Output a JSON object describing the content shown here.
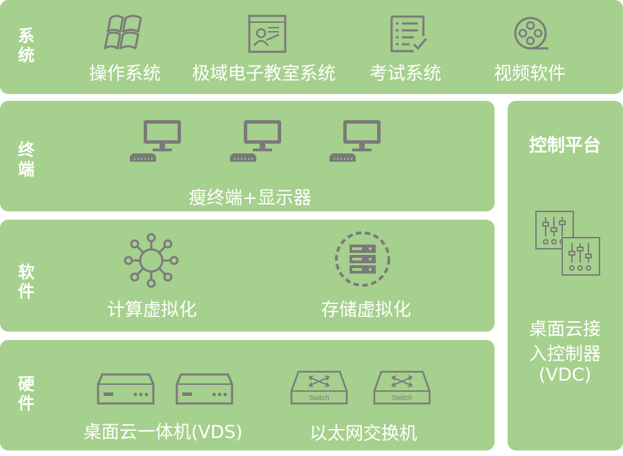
{
  "rows": {
    "system": {
      "label": "系统",
      "items": [
        {
          "label": "操作系统",
          "icon": "windows-logo-icon"
        },
        {
          "label": "极域电子教室系统",
          "icon": "presentation-board-icon"
        },
        {
          "label": "考试系统",
          "icon": "checklist-document-icon"
        },
        {
          "label": "视频软件",
          "icon": "film-reel-icon"
        }
      ]
    },
    "terminal": {
      "label": "终端",
      "caption": "瘦终端+显示器",
      "device_count": 3
    },
    "software": {
      "label": "软件",
      "items": [
        {
          "label": "计算虚拟化",
          "icon": "network-hub-icon"
        },
        {
          "label": "存储虚拟化",
          "icon": "storage-server-icon"
        }
      ]
    },
    "hardware": {
      "label": "硬件",
      "groups": [
        {
          "label": "桌面云一体机(VDS)",
          "icon": "server-box-icon"
        },
        {
          "label": "以太网交换机",
          "icon": "network-switch-icon",
          "badge": "Switch"
        }
      ]
    }
  },
  "control": {
    "title": "控制平台",
    "line1": "桌面云接",
    "line2": "入控制器",
    "line3": "(VDC)",
    "icon": "control-sliders-icon"
  },
  "colors": {
    "panel": "#a6d08d",
    "icon": "#7a7a7a",
    "text": "#ffffff"
  }
}
